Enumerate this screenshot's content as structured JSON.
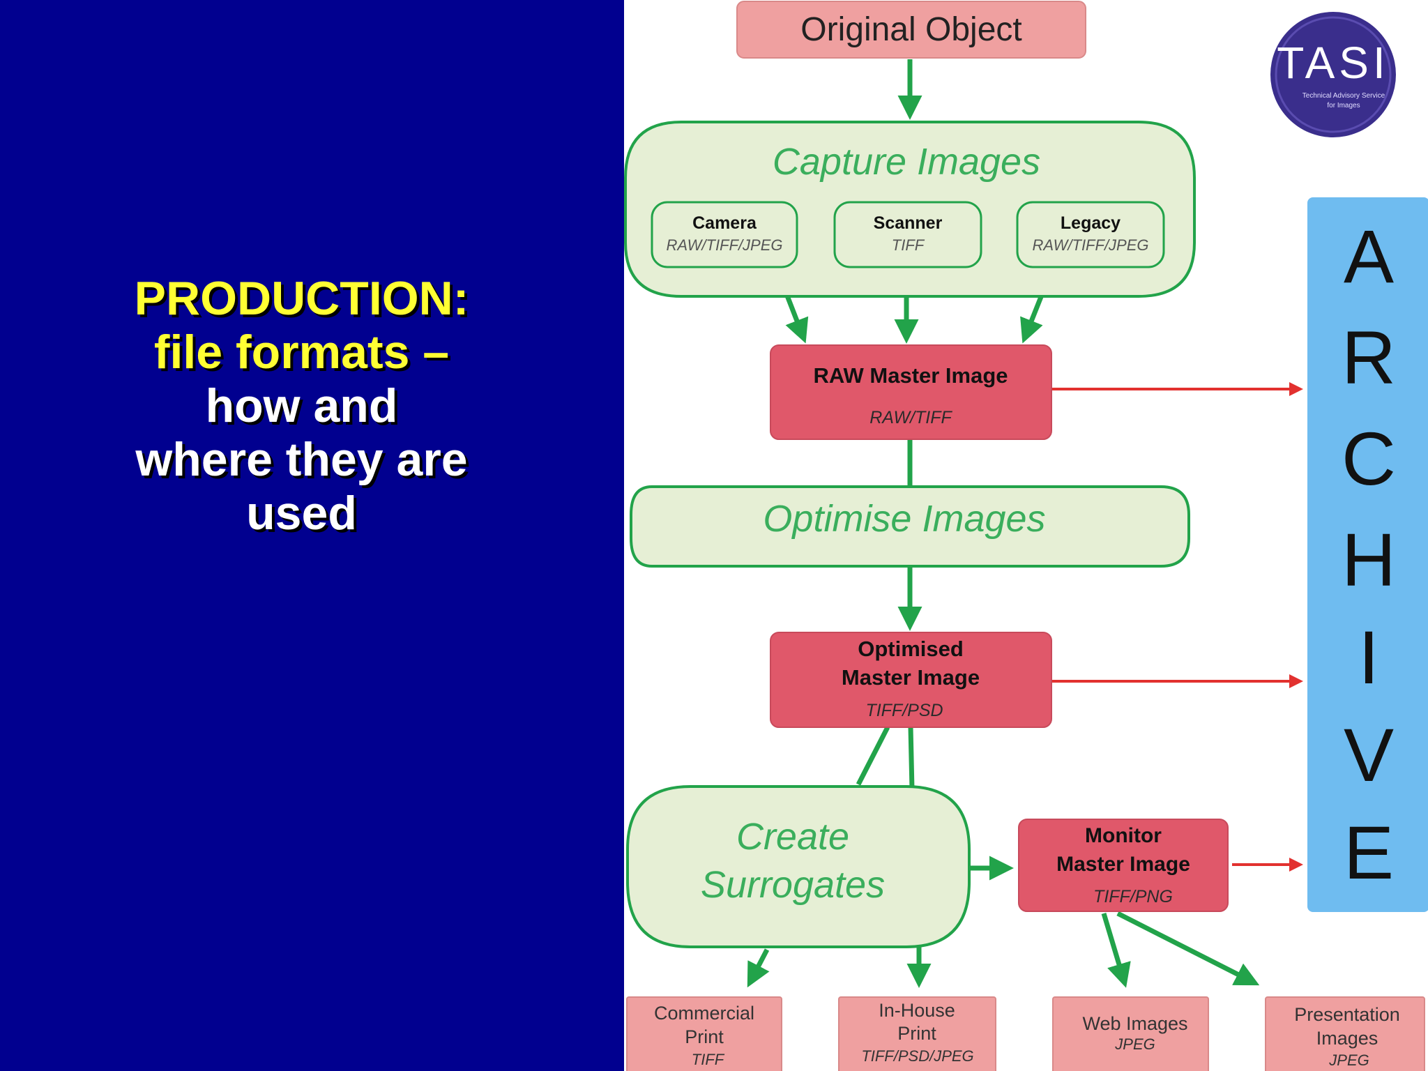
{
  "slide": {
    "title_yellow_line1": "PRODUCTION:",
    "title_yellow_line2": "file formats –",
    "title_white_line1": "how and",
    "title_white_line2": "where they are",
    "title_white_line3": "used"
  },
  "logo": {
    "initials": "TASI",
    "tagline_line1": "Technical Advisory Service",
    "tagline_line2": "for Images"
  },
  "diagram": {
    "original_object": "Original Object",
    "capture_images": "Capture Images",
    "camera": {
      "label": "Camera",
      "formats": "RAW/TIFF/JPEG"
    },
    "scanner": {
      "label": "Scanner",
      "formats": "TIFF"
    },
    "legacy": {
      "label": "Legacy",
      "formats": "RAW/TIFF/JPEG"
    },
    "raw_master": {
      "label": "RAW Master Image",
      "formats": "RAW/TIFF"
    },
    "optimise_images": "Optimise Images",
    "optimised_master": {
      "label_line1": "Optimised",
      "label_line2": "Master Image",
      "formats": "TIFF/PSD"
    },
    "create_surrogates": {
      "line1": "Create",
      "line2": "Surrogates"
    },
    "monitor_master": {
      "label_line1": "Monitor",
      "label_line2": "Master Image",
      "formats": "TIFF/PNG"
    },
    "archive_letters": [
      "A",
      "R",
      "C",
      "H",
      "I",
      "V",
      "E"
    ],
    "outputs": [
      {
        "line1": "Commercial",
        "line2": "Print",
        "formats": "TIFF"
      },
      {
        "line1": "In-House",
        "line2": "Print",
        "formats": "TIFF/PSD/JPEG"
      },
      {
        "line1": "Web Images",
        "line2": "",
        "formats": "JPEG"
      },
      {
        "line1": "Presentation",
        "line2": "Images",
        "formats": "JPEG"
      }
    ]
  },
  "colors": {
    "slide_background": "#01008f",
    "title_yellow": "#ffff33",
    "title_white": "#ffffff",
    "flow_green": "#22a34a",
    "pale_green_fill": "#e6efd5",
    "master_red": "#e0586a",
    "light_pink": "#efa0a0",
    "archive_blue": "#6fbcf0",
    "archive_arrow_red": "#e2312f",
    "logo_navy": "#3a2e8c"
  }
}
